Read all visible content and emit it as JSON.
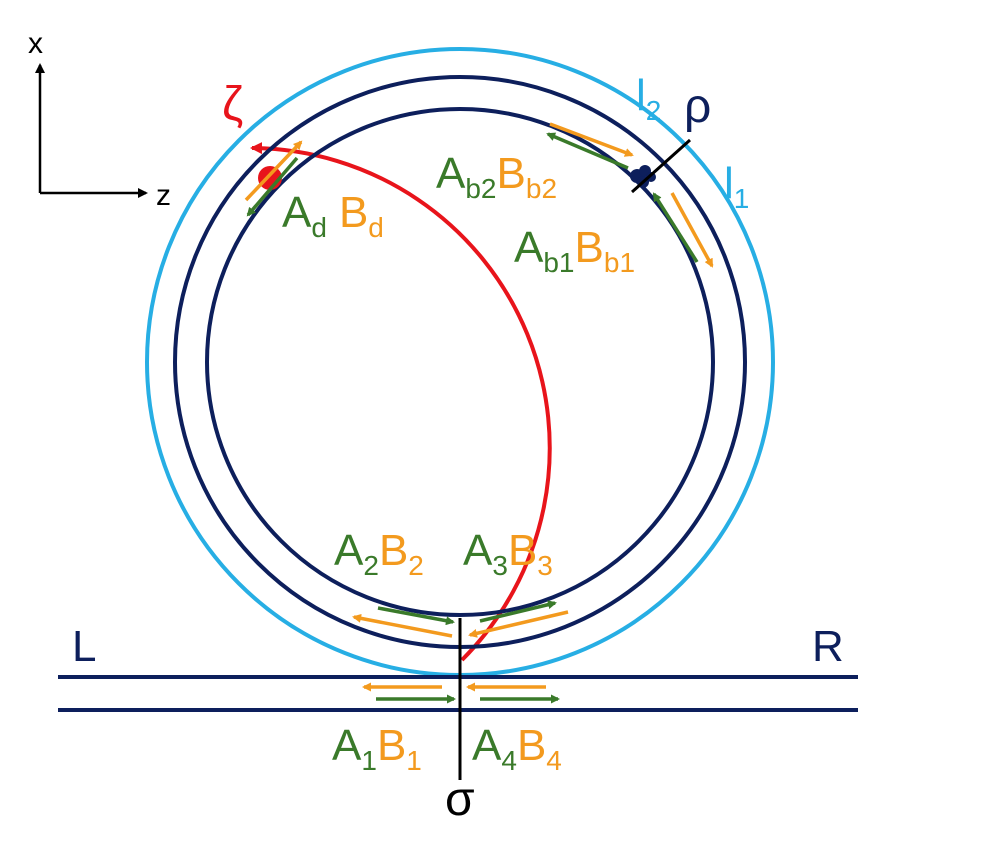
{
  "colors": {
    "navy": "#0d1f5c",
    "cyan": "#27aee4",
    "red": "#e8141b",
    "orange": "#f39a1e",
    "green": "#3a7a2a",
    "black": "#000000"
  },
  "axes": {
    "x_label": "x",
    "z_label": "z"
  },
  "waveguide": {
    "left_label": "L",
    "right_label": "R"
  },
  "paths": {
    "l2": {
      "main": "l",
      "sub": "2"
    },
    "l1": {
      "main": "l",
      "sub": "1"
    }
  },
  "symbols": {
    "zeta": "ζ",
    "rho": "ρ",
    "sigma": "σ"
  },
  "amplitudes": {
    "ad": {
      "a": "A",
      "a_sub": "d",
      "b": "B",
      "b_sub": "d"
    },
    "b2": {
      "a": "A",
      "a_sub": "b2",
      "b": "B",
      "b_sub": "b2"
    },
    "b1": {
      "a": "A",
      "a_sub": "b1",
      "b": "B",
      "b_sub": "b1"
    },
    "m2": {
      "a": "A",
      "a_sub": "2",
      "b": "B",
      "b_sub": "2"
    },
    "m3": {
      "a": "A",
      "a_sub": "3",
      "b": "B",
      "b_sub": "3"
    },
    "m1": {
      "a": "A",
      "a_sub": "1",
      "b": "B",
      "b_sub": "1"
    },
    "m4": {
      "a": "A",
      "a_sub": "4",
      "b": "B",
      "b_sub": "4"
    }
  },
  "icons": [
    "red-dot-scatterer",
    "navy-cluster-scatterer"
  ]
}
